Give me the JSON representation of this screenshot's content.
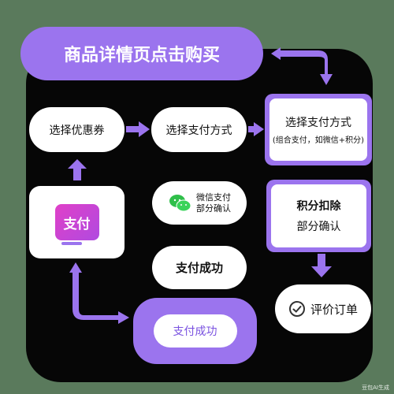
{
  "title": "商品详情页点击购买",
  "nodes": {
    "choose_coupon": "选择优惠券",
    "choose_payment": "选择支付方式",
    "choose_payment_detail": {
      "title": "选择支付方式",
      "subtitle": "(组合支付，如微信+积分)"
    },
    "pay_logo": "支付",
    "wechat_pay": {
      "line1": "微信支付",
      "line2": "部分确认"
    },
    "points_deduct": {
      "line1": "积分扣除",
      "line2": "部分确认"
    },
    "pay_success_center": "支付成功",
    "pay_success_bottom": "支付成功",
    "review_order": "评价订单"
  },
  "watermark": "豆包AI生成",
  "colors": {
    "background": "#5a7a5c",
    "panel": "#060606",
    "accent": "#9b74ee",
    "logo_magenta": "#e040c8"
  },
  "icons": [
    "wechat-icon",
    "check-circle-icon",
    "pay-logo-icon"
  ]
}
